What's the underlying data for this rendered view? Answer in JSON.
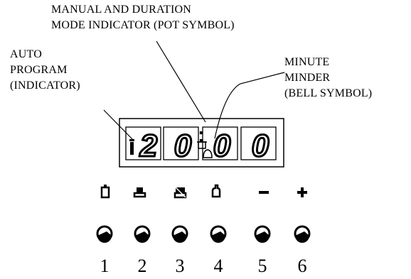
{
  "labels": {
    "manual_duration": [
      "MANUAL AND DURATION",
      "MODE INDICATOR (POT SYMBOL)"
    ],
    "auto_program": [
      "AUTO",
      "PROGRAM",
      "(INDICATOR)"
    ],
    "minute_minder": [
      "MINUTE",
      "MINDER",
      "(BELL SYMBOL)"
    ]
  },
  "display": {
    "digits": [
      "2",
      "0",
      "0",
      "0"
    ],
    "separator": ":"
  },
  "buttons": [
    {
      "number": "1",
      "symbol": "auto-program-icon"
    },
    {
      "number": "2",
      "symbol": "manual-pot-icon"
    },
    {
      "number": "3",
      "symbol": "end-cooking-icon"
    },
    {
      "number": "4",
      "symbol": "minute-minder-icon"
    },
    {
      "number": "5",
      "symbol": "minus-icon"
    },
    {
      "number": "6",
      "symbol": "plus-icon"
    }
  ]
}
